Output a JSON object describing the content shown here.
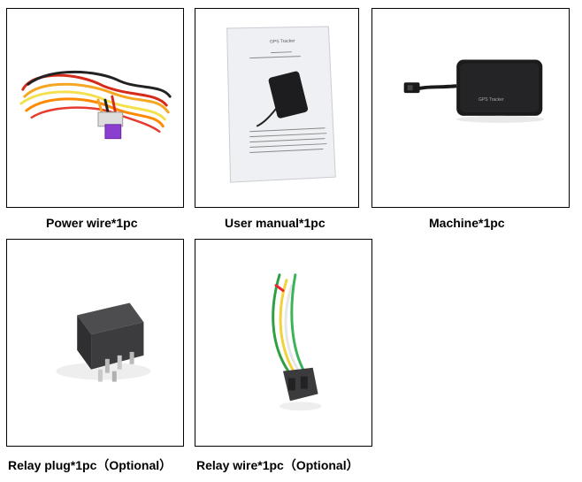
{
  "items": [
    {
      "label": "Power wire*1pc",
      "image": "power-wire"
    },
    {
      "label": "User manual*1pc",
      "image": "user-manual",
      "manual_text": "GPS Tracker"
    },
    {
      "label": "Machine*1pc",
      "image": "gps-tracker-device",
      "device_text": "GPS Tracker"
    },
    {
      "label": "Relay plug*1pc（Optional）",
      "image": "relay-plug"
    },
    {
      "label": "Relay wire*1pc（Optional）",
      "image": "relay-wire"
    }
  ]
}
